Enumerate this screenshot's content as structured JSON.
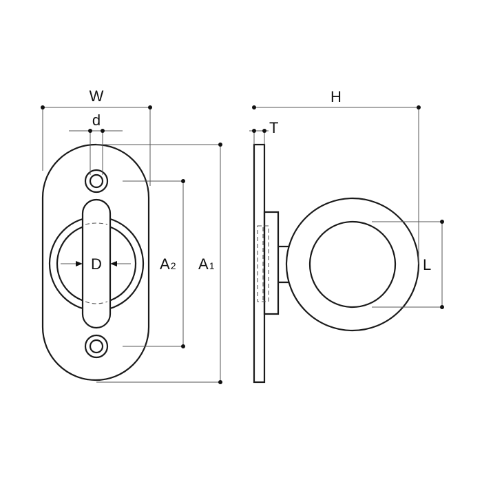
{
  "labels": {
    "W": "W",
    "d": "d",
    "D": "D",
    "A2_main": "A",
    "A2_sub": "2",
    "A1_main": "A",
    "A1_sub": "1",
    "H": "H",
    "T": "T",
    "L": "L"
  }
}
